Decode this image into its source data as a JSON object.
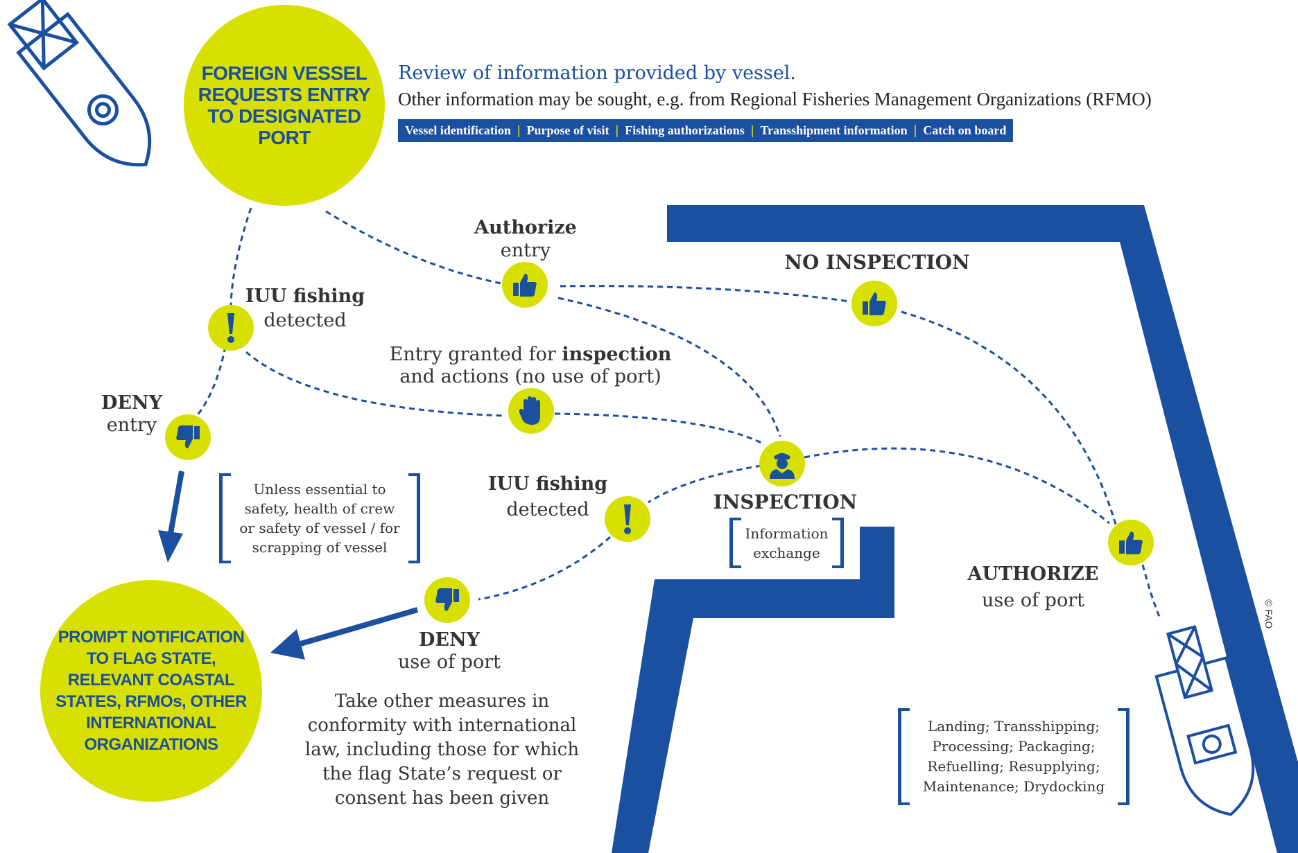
{
  "nodes": {
    "foreign_vessel": "FOREIGN VESSEL REQUESTS ENTRY TO DESIGNATED PORT",
    "prompt_notification": "PROMPT NOTIFICATION TO FLAG STATE, RELEVANT COASTAL STATES, RFMOs, OTHER INTERNATIONAL ORGANIZATIONS"
  },
  "review": {
    "title": "Review of information provided by vessel.",
    "subtitle": "Other information may be sought, e.g. from Regional Fisheries Management Organizations (RFMO)",
    "items": [
      "Vessel identification",
      "Purpose of visit",
      "Fishing authorizations",
      "Transshipment information",
      "Catch on board"
    ]
  },
  "labels": {
    "authorize_entry": {
      "bold": "Authorize",
      "normal": "entry"
    },
    "iuu_top": {
      "bold": "IUU fishing",
      "normal": "detected"
    },
    "entry_inspection": {
      "line1_pre": "Entry granted for",
      "line1_bold": "inspection",
      "line2": "and actions (no use of port)"
    },
    "deny_entry": {
      "bold": "DENY",
      "normal": "entry"
    },
    "no_inspection": "NO INSPECTION",
    "iuu_mid": {
      "bold": "IUU fishing",
      "normal": "detected"
    },
    "inspection": "INSPECTION",
    "authorize_use": {
      "bold": "AUTHORIZE",
      "normal": "use of port"
    },
    "deny_use": {
      "bold": "DENY",
      "normal": "use of port"
    },
    "other_measures": "Take other measures in conformity with international law, including those for which the flag State’s request or consent has been given"
  },
  "boxes": {
    "unless": "Unless essential to safety, health of crew or safety of vessel / for scrapping of vessel",
    "information_exchange": "Information exchange",
    "port_uses": "Landing; Transshipping; Processing; Packaging; Refuelling; Resupplying; Maintenance; Drydocking"
  },
  "icons": {
    "authorize_entry": "thumbs-up-icon",
    "no_inspection": "thumbs-up-icon",
    "authorize_use": "thumbs-up-icon",
    "iuu_top": "exclamation-icon",
    "iuu_mid": "exclamation-icon",
    "deny_entry": "thumbs-down-icon",
    "deny_use": "thumbs-down-icon",
    "inspection_entry": "hand-stop-icon",
    "inspection": "inspector-icon"
  },
  "credit": "© FAO",
  "colors": {
    "accent_yellow": "#d8e000",
    "brand_blue": "#1b4fa0",
    "text": "#333333"
  }
}
